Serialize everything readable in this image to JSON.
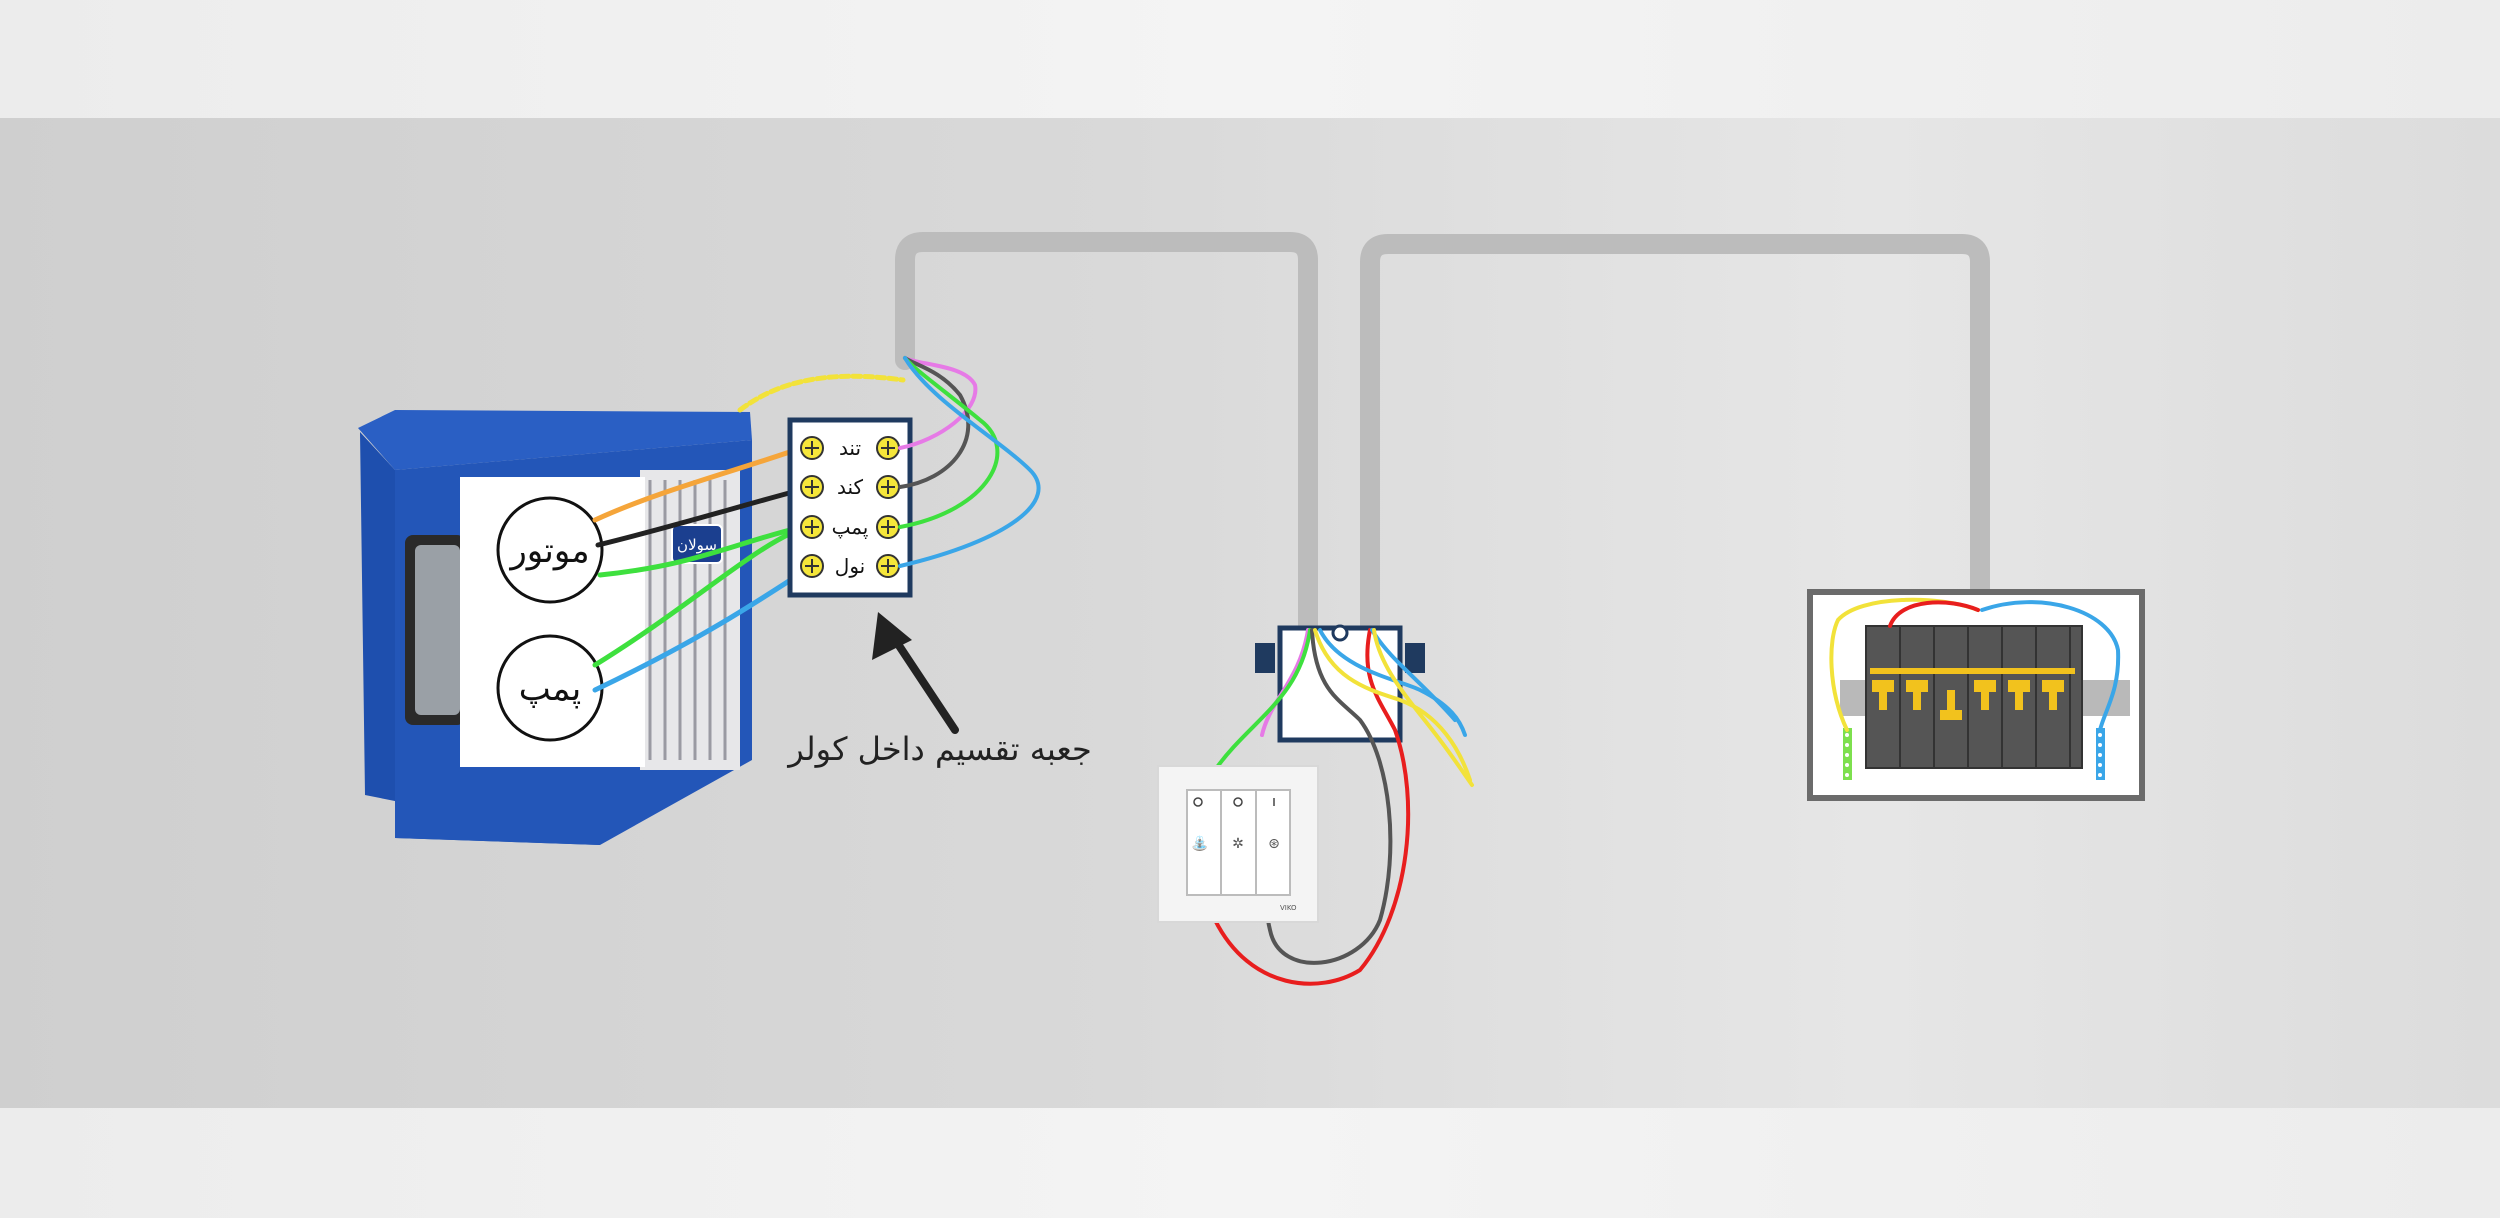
{
  "labels": {
    "motor": "موتور",
    "pump": "پمپ",
    "brand": "سولان",
    "caption": "جعبه تقسیم داخل کولر",
    "terminals": [
      "تند",
      "کند",
      "پمپ",
      "نول"
    ],
    "switch_brand": "VIKO"
  },
  "colors": {
    "background": "#d6d6d6",
    "cooler_blue": "#1e4fae",
    "box_border": "#1f3a5f",
    "terminal_yellow": "#f5e63a",
    "conduit": "#bdbdbd",
    "wire_yellow": "#f2e23a",
    "wire_orange": "#f5a53a",
    "wire_black": "#222222",
    "wire_green": "#3ee03e",
    "wire_blue": "#3aa6e8",
    "wire_pink": "#e67ae6",
    "wire_red": "#e81e1e",
    "wire_gray": "#555555",
    "breaker_yellow": "#f2c21d"
  },
  "icons": [
    "arrow-icon",
    "tap-icon",
    "fan-icon",
    "speed-icon",
    "screw-icon"
  ]
}
